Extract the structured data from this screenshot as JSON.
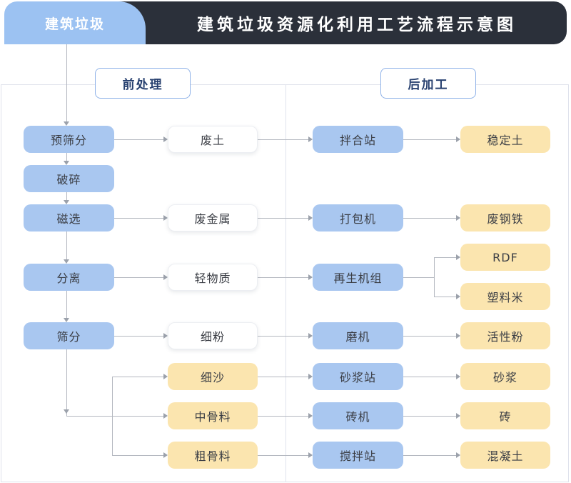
{
  "header": {
    "tab_label": "建筑垃圾",
    "title": "建筑垃圾资源化利用工艺流程示意图"
  },
  "sections": {
    "pre": {
      "label": "前处理"
    },
    "post": {
      "label": "后加工"
    }
  },
  "nodes": {
    "pre_screening": {
      "label": "预筛分",
      "type": "process"
    },
    "crushing": {
      "label": "破碎",
      "type": "process"
    },
    "magnetic_separation": {
      "label": "磁选",
      "type": "process"
    },
    "separation": {
      "label": "分离",
      "type": "process"
    },
    "screening": {
      "label": "筛分",
      "type": "process"
    },
    "waste_soil": {
      "label": "废土",
      "type": "output"
    },
    "waste_metal": {
      "label": "废金属",
      "type": "output"
    },
    "light_material": {
      "label": "轻物质",
      "type": "output"
    },
    "fine_powder": {
      "label": "细粉",
      "type": "output"
    },
    "fine_sand": {
      "label": "细沙",
      "type": "aggregate"
    },
    "medium_aggregate": {
      "label": "中骨料",
      "type": "aggregate"
    },
    "coarse_aggregate": {
      "label": "粗骨料",
      "type": "aggregate"
    },
    "mixing_plant": {
      "label": "拌合站",
      "type": "machine"
    },
    "baler": {
      "label": "打包机",
      "type": "machine"
    },
    "regeneration_unit": {
      "label": "再生机组",
      "type": "machine"
    },
    "mill": {
      "label": "磨机",
      "type": "machine"
    },
    "mortar_station": {
      "label": "砂浆站",
      "type": "machine"
    },
    "brick_machine": {
      "label": "砖机",
      "type": "machine"
    },
    "concrete_station": {
      "label": "搅拌站",
      "type": "machine"
    },
    "stabilized_soil": {
      "label": "稳定土",
      "type": "product"
    },
    "scrap_steel": {
      "label": "废钢铁",
      "type": "product"
    },
    "rdf": {
      "label": "RDF",
      "type": "product"
    },
    "plastic_pellets": {
      "label": "塑料米",
      "type": "product"
    },
    "active_powder": {
      "label": "活性粉",
      "type": "product"
    },
    "mortar": {
      "label": "砂浆",
      "type": "product"
    },
    "brick": {
      "label": "砖",
      "type": "product"
    },
    "concrete": {
      "label": "混凝土",
      "type": "product"
    }
  },
  "flow_edges": [
    "建筑垃圾→预筛分",
    "预筛分→破碎",
    "破碎→磁选",
    "磁选→分离",
    "分离→筛分",
    "预筛分→废土",
    "磁选→废金属",
    "分离→轻物质",
    "筛分→细粉",
    "筛分→细沙",
    "筛分→中骨料",
    "筛分→粗骨料",
    "废土→拌合站",
    "废金属→打包机",
    "轻物质→再生机组",
    "细粉→磨机",
    "细沙→砂浆站",
    "中骨料→砖机",
    "粗骨料→搅拌站",
    "拌合站→稳定土",
    "打包机→废钢铁",
    "再生机组→RDF",
    "再生机组→塑料米",
    "磨机→活性粉",
    "砂浆站→砂浆",
    "砖机→砖",
    "搅拌站→混凝土"
  ],
  "colors": {
    "header_bar": "#2B303A",
    "tab_blue": "#9CC2F2",
    "process_blue": "#A9C7F0",
    "product_yellow": "#FBE5AF",
    "output_white": "#FFFFFF",
    "section_border": "#8FB2E8",
    "section_text": "#27406F",
    "connector": "#B4B8C0",
    "panel_border": "#DFE2EC"
  }
}
